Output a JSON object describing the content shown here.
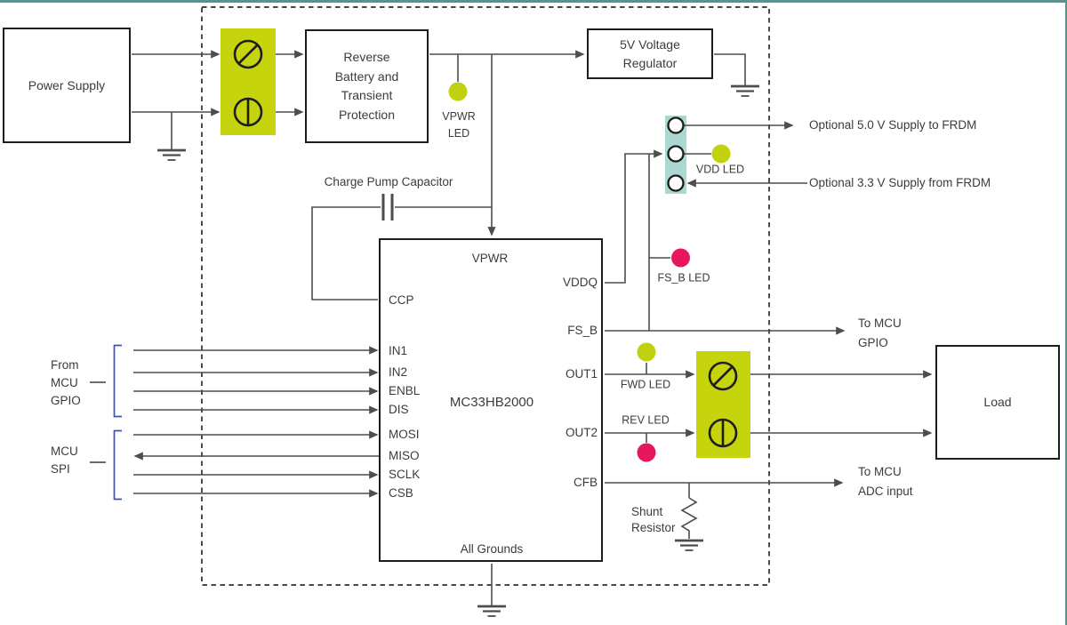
{
  "colors": {
    "wire": "#4d4d4d",
    "outline": "#1d1d1b",
    "text": "#3b3b3b",
    "terminal_block": "#c6d40d",
    "led_yellow": "#c2d10e",
    "led_red": "#e7175d",
    "jumper_teal": "#a9d9d0",
    "bracket_blue": "#4454a4",
    "frame_teal": "#5d918d"
  },
  "boxes": {
    "power_supply": "Power Supply",
    "protection": [
      "Reverse",
      "Battery and",
      "Transient",
      "Protection"
    ],
    "regulator": [
      "5V Voltage",
      "Regulator"
    ],
    "load": "Load"
  },
  "chip": {
    "name": "MC33HB2000",
    "vpwr": "VPWR",
    "all_grounds": "All Grounds",
    "ccp": "CCP",
    "in1": "IN1",
    "in2": "IN2",
    "enbl": "ENBL",
    "dis": "DIS",
    "mosi": "MOSI",
    "miso": "MISO",
    "sclk": "SCLK",
    "csb": "CSB",
    "vddq": "VDDQ",
    "fs_b": "FS_B",
    "out1": "OUT1",
    "out2": "OUT2",
    "cfb": "CFB"
  },
  "leds": {
    "vpwr": [
      "VPWR",
      "LED"
    ],
    "vdd": "VDD LED",
    "fs_b": "FS_B LED",
    "fwd": "FWD LED",
    "rev": "REV LED"
  },
  "labels": {
    "charge_pump": "Charge Pump Capacitor",
    "shunt": [
      "Shunt",
      "Resistor"
    ],
    "optional_5v": "Optional 5.0 V Supply to FRDM",
    "optional_3v3": "Optional 3.3 V Supply from FRDM",
    "to_mcu_gpio": [
      "To MCU",
      "GPIO"
    ],
    "to_mcu_adc": [
      "To MCU",
      "ADC input"
    ],
    "from_mcu_gpio": [
      "From",
      "MCU",
      "GPIO"
    ],
    "mcu_spi": [
      "MCU",
      "SPI"
    ]
  }
}
